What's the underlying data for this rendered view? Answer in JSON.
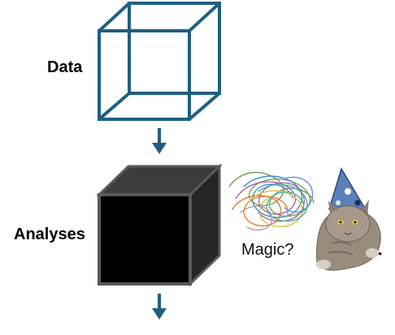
{
  "diagram": {
    "labels": {
      "data": "Data",
      "analyses": "Analyses",
      "magic": "Magic?"
    },
    "colors": {
      "wireframe_cube": "#1f5f80",
      "arrow": "#1f5f80",
      "black_box_front": "#000000",
      "black_box_top": "#3c3c3c",
      "black_box_side": "#262626",
      "black_box_edge": "#5a5a5a"
    },
    "illustration": {
      "description_icons": [
        "scribble-tangle",
        "wizard-cat-with-wand"
      ]
    }
  }
}
